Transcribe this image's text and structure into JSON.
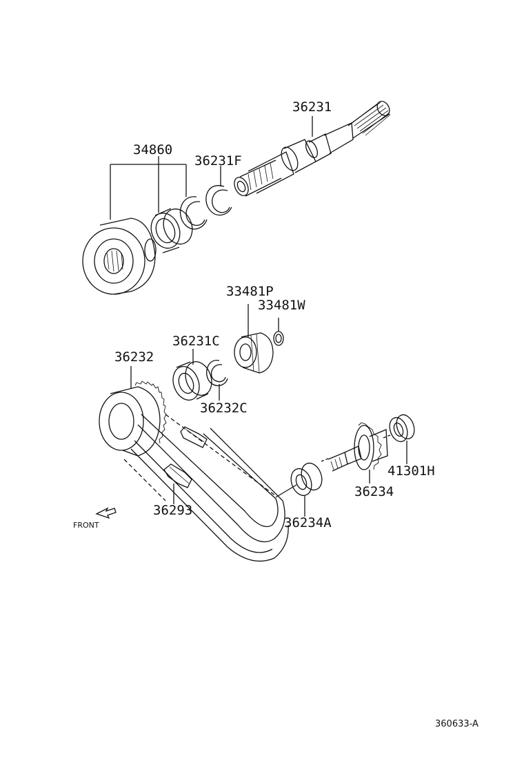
{
  "labels": {
    "p36231": "36231",
    "p34860": "34860",
    "p36231F": "36231F",
    "p33481P": "33481P",
    "p33481W": "33481W",
    "p36231C": "36231C",
    "p36232": "36232",
    "p36232C": "36232C",
    "p36293": "36293",
    "p36234A": "36234A",
    "p36234": "36234",
    "p41301H": "41301H"
  },
  "front_label": "FRONT",
  "figure_ref": "360633-A"
}
